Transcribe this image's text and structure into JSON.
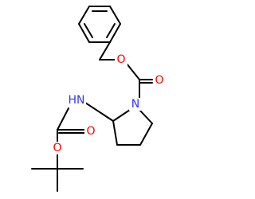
{
  "molecule": {
    "atoms": [
      {
        "id": "ring-N",
        "element": "N",
        "label": "N",
        "color": "#3333ff"
      },
      {
        "id": "ester-O",
        "element": "O",
        "label": "O",
        "color": "#ff0000"
      },
      {
        "id": "carbonyl-O-top",
        "element": "O",
        "label": "O",
        "color": "#ff0000"
      },
      {
        "id": "amide-NH",
        "element": "N",
        "label": "HN",
        "color": "#3333ff"
      },
      {
        "id": "carbonyl-O-bottom",
        "element": "O",
        "label": "O",
        "color": "#ff0000"
      },
      {
        "id": "boc-ether-O",
        "element": "O",
        "label": "O",
        "color": "#ff0000"
      }
    ],
    "bond_color": "#000000"
  }
}
